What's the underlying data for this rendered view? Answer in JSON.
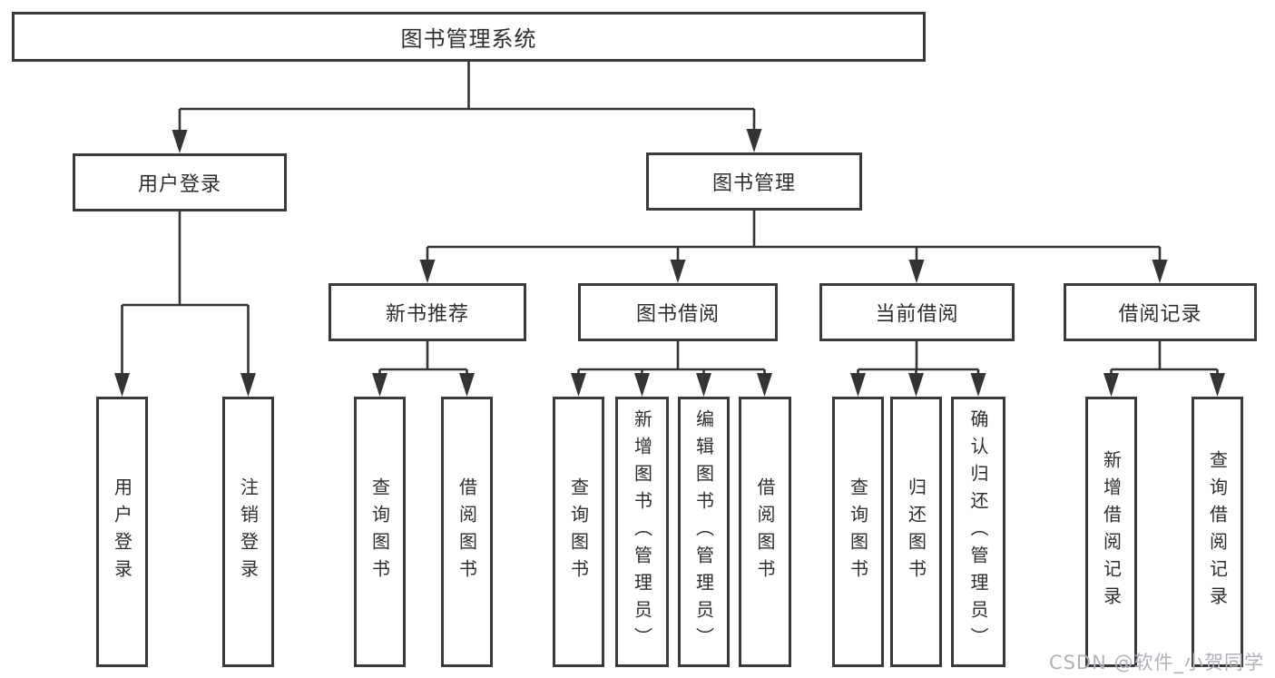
{
  "diagram_type": "hierarchy-tree",
  "tree": {
    "label": "图书管理系统",
    "children": [
      {
        "label": "用户登录",
        "children": [
          {
            "label": "用户登录"
          },
          {
            "label": "注销登录"
          }
        ]
      },
      {
        "label": "图书管理",
        "children": [
          {
            "label": "新书推荐",
            "children": [
              {
                "label": "查询图书"
              },
              {
                "label": "借阅图书"
              }
            ]
          },
          {
            "label": "图书借阅",
            "children": [
              {
                "label": "查询图书"
              },
              {
                "label": "新增图书（管理员）"
              },
              {
                "label": "编辑图书（管理员）"
              },
              {
                "label": "借阅图书"
              }
            ]
          },
          {
            "label": "当前借阅",
            "children": [
              {
                "label": "查询图书"
              },
              {
                "label": "归还图书"
              },
              {
                "label": "确认归还（管理员）"
              }
            ]
          },
          {
            "label": "借阅记录",
            "children": [
              {
                "label": "新增借阅记录"
              },
              {
                "label": "查询借阅记录"
              }
            ]
          }
        ]
      }
    ]
  },
  "colors": {
    "line": "#343434",
    "border": "#3a3a3a",
    "text": "#2e2e2e",
    "watermark": "#aeb2b9",
    "background": "#ffffff"
  },
  "watermark": {
    "text": "CSDN @软件_小贺同学"
  }
}
